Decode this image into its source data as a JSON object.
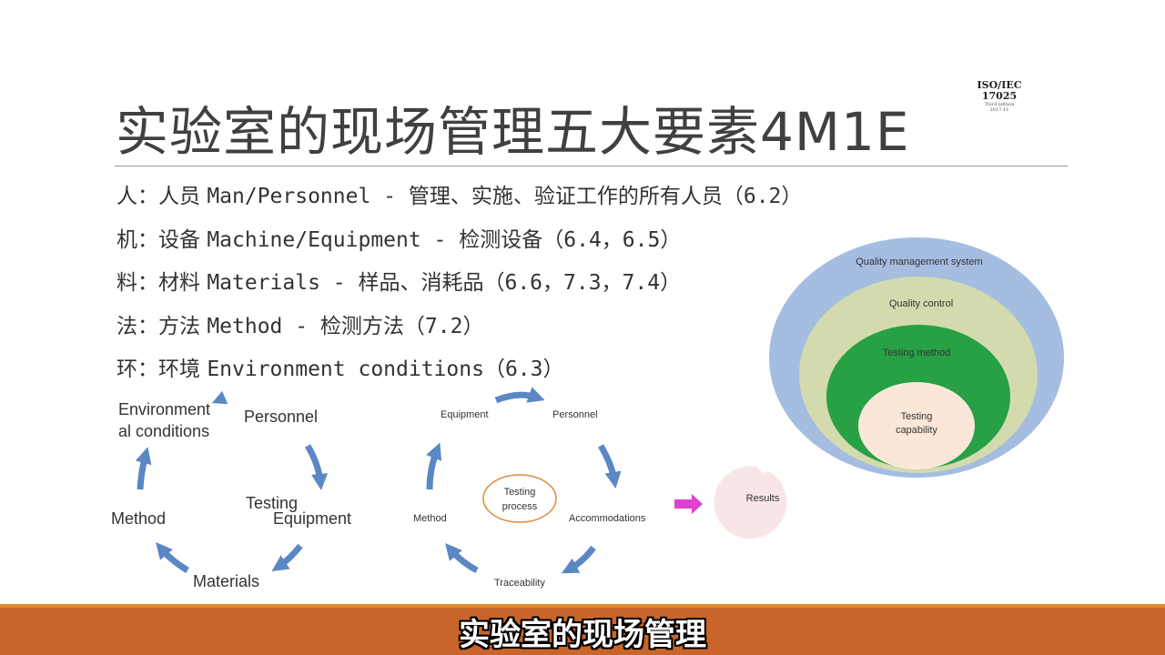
{
  "slide": {
    "title": "实验室的现场管理五大要素4M1E",
    "iso_badge": {
      "line1": "ISO/IEC",
      "line2": "17025",
      "line3": "Third edition",
      "line4": "2017-11"
    },
    "elements": [
      {
        "zh": "人：人员 ",
        "text": "Man/Personnel - 管理、实施、验证工作的所有人员（6.2）"
      },
      {
        "zh": "机：设备 ",
        "text": "Machine/Equipment - 检测设备（6.4，6.5）"
      },
      {
        "zh": "料：材料 ",
        "text": "Materials - 样品、消耗品（6.6，7.3，7.4）"
      },
      {
        "zh": "法：方法 ",
        "text": "Method - 检测方法（7.2）"
      },
      {
        "zh": "环：环境 ",
        "text": "Environment conditions（6.3）"
      }
    ]
  },
  "cycle_left": {
    "environmental": [
      "Environment",
      "al conditions"
    ],
    "personnel": "Personnel",
    "testing": "Testing",
    "equipment": "Equipment",
    "method": "Method",
    "materials": "Materials"
  },
  "cycle_middle": {
    "equipment": "Equipment",
    "personnel": "Personnel",
    "center": [
      "Testing",
      "process"
    ],
    "method": "Method",
    "accommodations": "Accommodations",
    "traceability": "Traceability",
    "results": "Results"
  },
  "nested": {
    "outer": "Quality management system",
    "second": "Quality control",
    "third": "Testing method",
    "inner": [
      "Testing",
      "capability"
    ]
  },
  "colors": {
    "arrow_blue": "#5b87c5",
    "arrow_pink": "#e040d0",
    "qms": "#a4bde0",
    "qc": "#d3dbae",
    "method": "#27a046",
    "capability": "#fbe7d8",
    "bar": "#c9652b"
  },
  "subtitle": "实验室的现场管理"
}
